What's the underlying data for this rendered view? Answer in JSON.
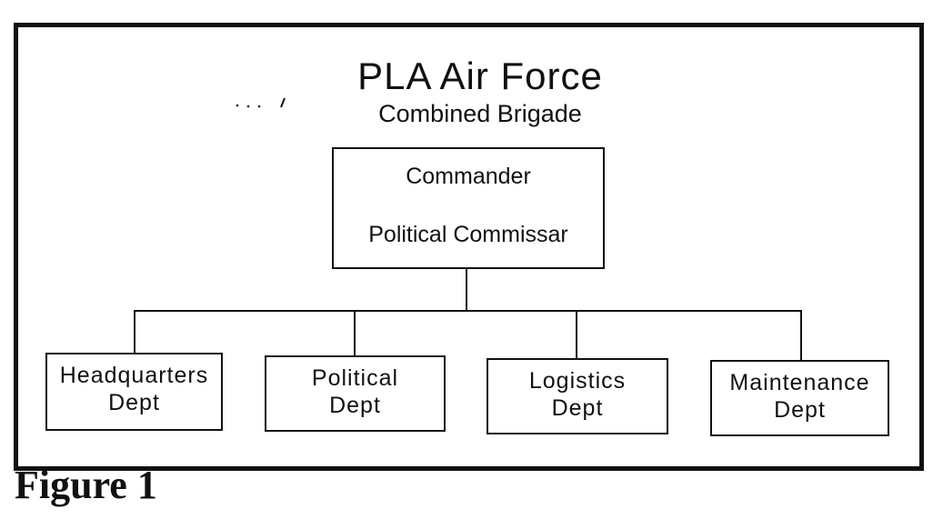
{
  "title": "PLA Air Force",
  "subtitle": "Combined Brigade",
  "command": {
    "line1": "Commander",
    "line2": "Political Commissar"
  },
  "departments": [
    {
      "line1": "Headquarters",
      "line2": "Dept"
    },
    {
      "line1": "Political",
      "line2": "Dept"
    },
    {
      "line1": "Logistics",
      "line2": "Dept"
    },
    {
      "line1": "Maintenance",
      "line2": "Dept"
    }
  ],
  "caption": "Figure 1"
}
